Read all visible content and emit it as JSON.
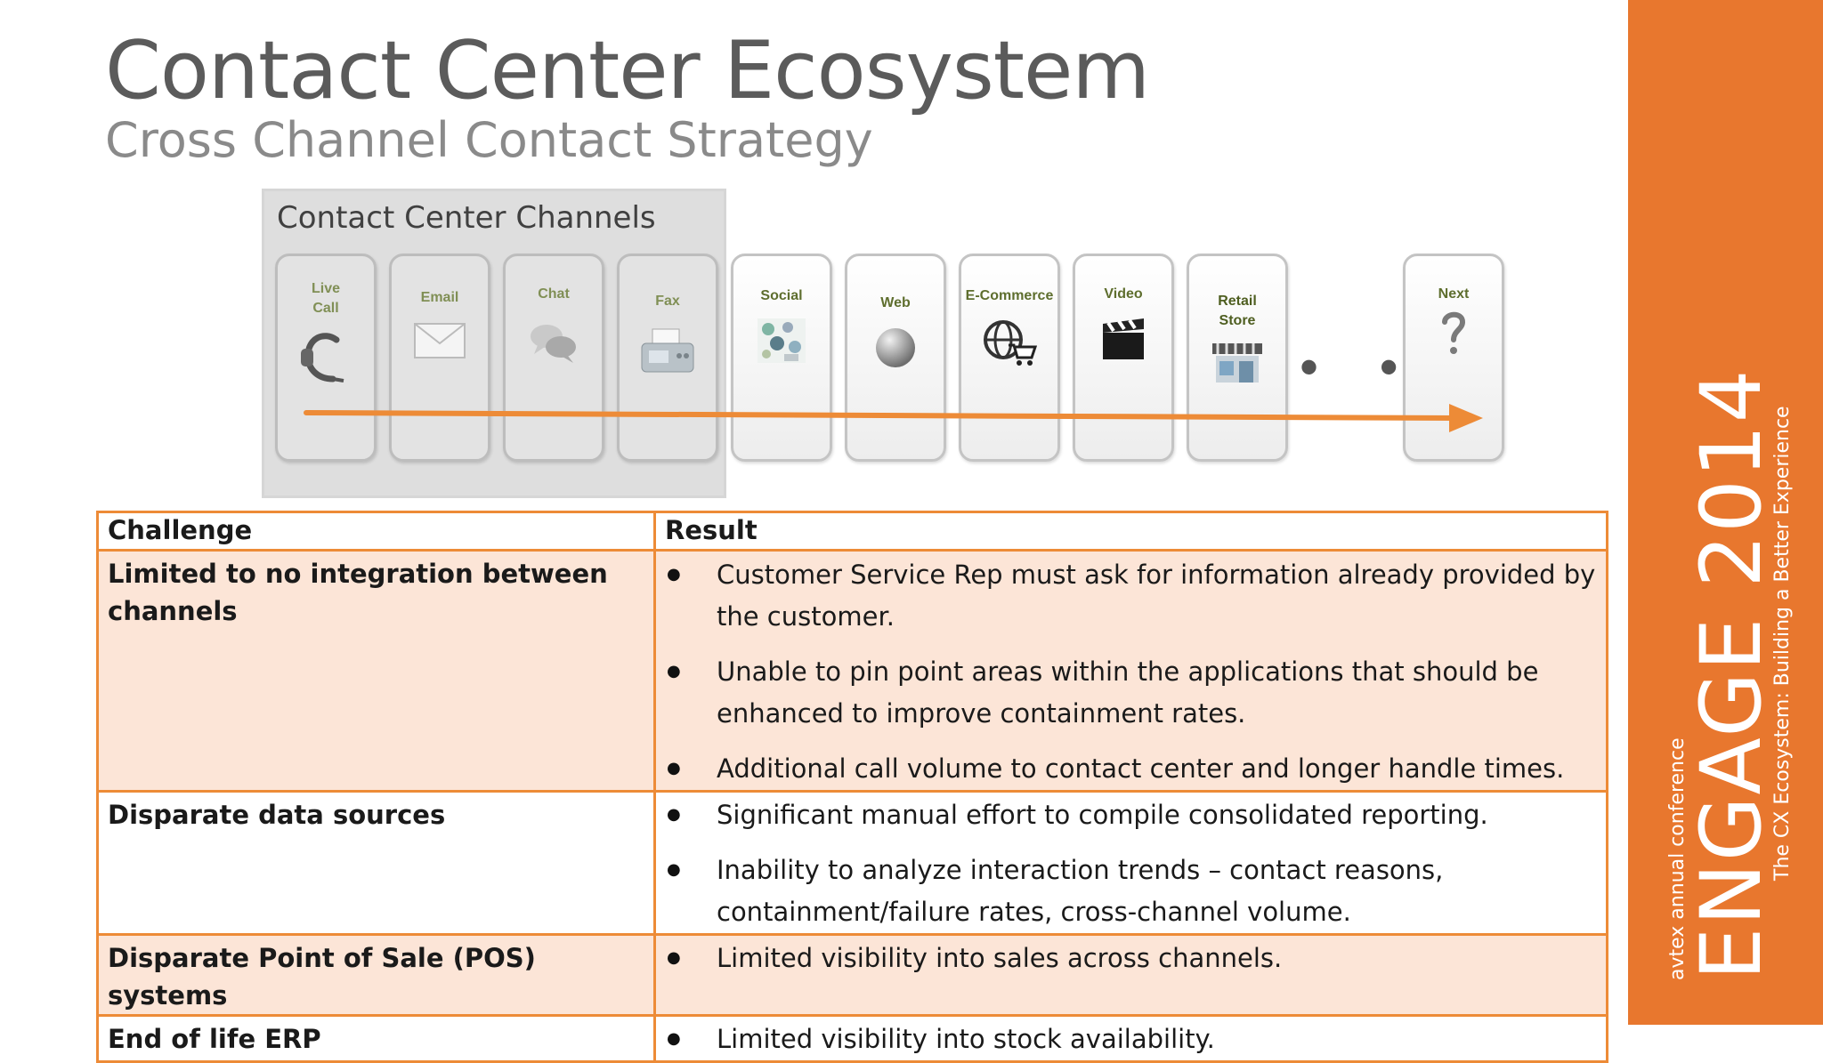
{
  "header": {
    "title": "Contact Center Ecosystem",
    "subtitle": "Cross Channel Contact Strategy"
  },
  "channels": {
    "box_label": "Contact Center Channels",
    "items": [
      {
        "label": "Live\nCall",
        "icon": "headset-icon",
        "in_contact_center": true
      },
      {
        "label": "Email",
        "icon": "envelope-icon",
        "in_contact_center": true
      },
      {
        "label": "Chat",
        "icon": "chat-bubbles-icon",
        "in_contact_center": true
      },
      {
        "label": "Fax",
        "icon": "fax-machine-icon",
        "in_contact_center": true
      },
      {
        "label": "Social",
        "icon": "social-collage-icon",
        "in_contact_center": false
      },
      {
        "label": "Web",
        "icon": "globe-icon",
        "in_contact_center": false
      },
      {
        "label": "E-Commerce",
        "icon": "web-cart-icon",
        "in_contact_center": false
      },
      {
        "label": "Video",
        "icon": "clapperboard-icon",
        "in_contact_center": false
      },
      {
        "label": "Retail\nStore",
        "icon": "storefront-icon",
        "in_contact_center": false
      },
      {
        "label": "Next",
        "icon": "question-mark-icon",
        "in_contact_center": false
      }
    ],
    "ellipsis": "• • •",
    "arrow_color": "#ed8b37"
  },
  "table": {
    "headers": {
      "challenge": "Challenge",
      "result": "Result"
    },
    "rows": [
      {
        "challenge": "Limited to no integration between channels",
        "results": [
          "Customer Service Rep must ask for information already provided by the customer.",
          "Unable to pin point areas within the applications that should be enhanced to improve containment rates.",
          "Additional call volume to contact center and longer handle times."
        ]
      },
      {
        "challenge": "Disparate data sources",
        "results": [
          "Significant manual effort to compile consolidated reporting.",
          "Inability to analyze interaction trends – contact reasons, containment/failure rates, cross-channel volume."
        ]
      },
      {
        "challenge": "Disparate Point of Sale (POS) systems",
        "results": [
          "Limited visibility into sales across channels."
        ]
      },
      {
        "challenge": "End of life ERP",
        "results": [
          "Limited visibility into stock availability."
        ]
      }
    ],
    "border_color": "#ed8b37",
    "shade_color": "#fce5d7"
  },
  "sidebar": {
    "conference": "avtex annual conference",
    "event": "ENGAGE 2014",
    "tagline": "The CX Ecosystem: Building a Better Experience",
    "color": "#e8772e"
  }
}
